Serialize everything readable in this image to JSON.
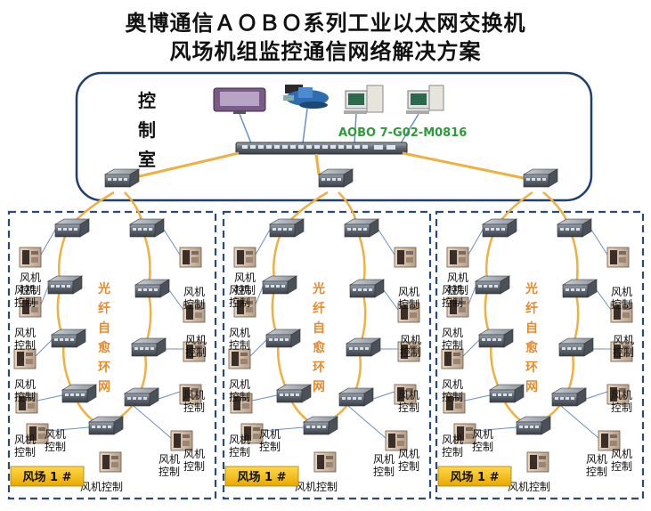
{
  "title_line1": "奥博通信ＡＯＢＯ系列工业以太网交换机",
  "title_line2": "风场机组监控通信网络解决方案",
  "control_room": {
    "label_chars": [
      "控",
      "制",
      "室"
    ],
    "main_switch_model": "AOBO 7-G02-M0816"
  },
  "wind_farms": [
    {
      "badge": "风场 1 #",
      "ring_label_chars": [
        "光",
        "纤",
        "自",
        "愈",
        "环",
        "网"
      ],
      "turbine_labels": [
        "风机\n控制",
        "风机\n控制",
        "风机\n控制",
        "风机\n控制",
        "风机\n控制",
        "风机\n控制",
        "风机\n控制",
        "风机\n控制",
        "风机\n控制",
        "风机\n控制",
        "风机\n控制",
        "风机控制"
      ]
    },
    {
      "badge": "风场 1 #",
      "ring_label_chars": [
        "光",
        "纤",
        "自",
        "愈",
        "环",
        "网"
      ],
      "turbine_labels": [
        "风机\n控制",
        "风机\n控制",
        "风机\n控制",
        "风机\n控制",
        "风机\n控制",
        "风机\n控制",
        "风机\n控制",
        "风机\n控制",
        "风机\n控制",
        "风机\n控制",
        "风机\n控制",
        "风机控制"
      ]
    },
    {
      "badge": "风场 1 #",
      "ring_label_chars": [
        "光",
        "纤",
        "自",
        "愈",
        "环",
        "网"
      ],
      "turbine_labels": [
        "风机\n控制",
        "风机\n控制",
        "风机\n控制",
        "风机\n控制",
        "风机\n控制",
        "风机\n控制",
        "风机\n控制",
        "风机\n控制",
        "风机\n控制",
        "风机\n控制",
        "风机\n控制",
        "风机控制"
      ]
    }
  ],
  "colors": {
    "fiber_link": "#f0b040",
    "control_room_border": "#1f3f6e",
    "farm_border": "#2a4a78",
    "ring_label": "#e8892a",
    "model_label": "#2e9a3a",
    "badge_fill": "#f6c21a",
    "lan_link": "#6a8fc8"
  },
  "icons": {
    "control_devices": [
      "monitor-icon",
      "operator-workstation-icon",
      "pc-icon",
      "pc-icon"
    ],
    "switch": "industrial-ethernet-switch-icon",
    "turbine_controller": "turbine-control-cabinet-icon"
  }
}
